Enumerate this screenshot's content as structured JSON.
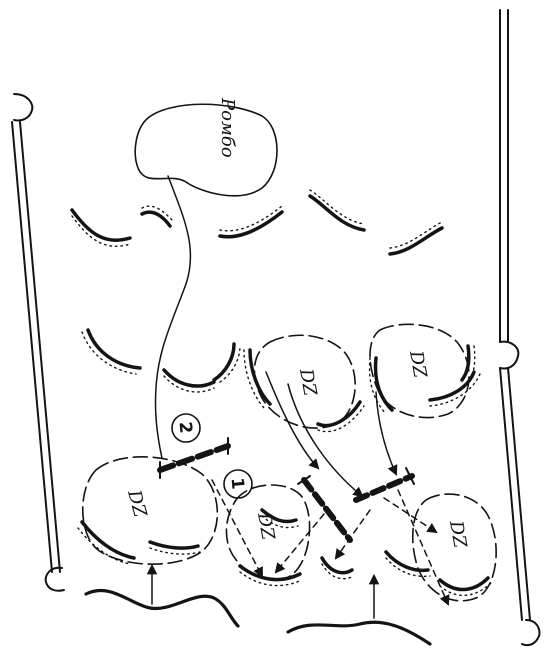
{
  "assembly_area": {
    "label": "Ромбо"
  },
  "drop_zones": [
    {
      "id": "dz-1",
      "label": "DZ"
    },
    {
      "id": "dz-2",
      "label": "DZ"
    },
    {
      "id": "dz-3",
      "label": "DZ"
    },
    {
      "id": "dz-4",
      "label": "DZ"
    },
    {
      "id": "dz-5",
      "label": "DZ"
    }
  ],
  "markers": [
    {
      "id": "marker-2",
      "label": "2"
    },
    {
      "id": "marker-1",
      "label": "1"
    }
  ],
  "colors": {
    "ink": "#141414",
    "paper": "#ffffff"
  }
}
